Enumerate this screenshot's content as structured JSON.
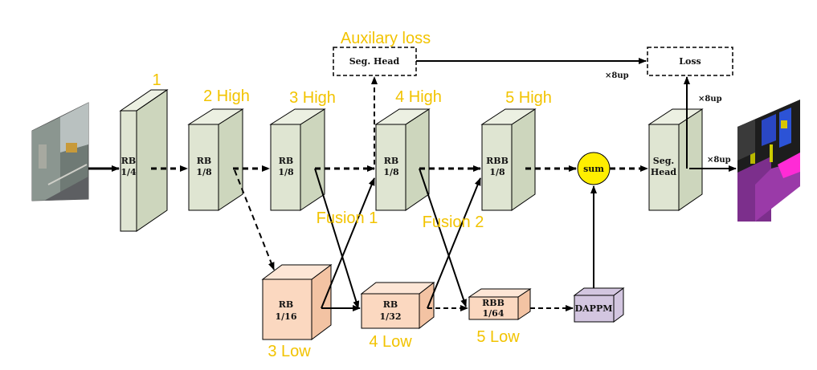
{
  "colors": {
    "high_front": "#dfe5d2",
    "high_side": "#cdd6bd",
    "high_top": "#ecf0e2",
    "low_front": "#fbd8c0",
    "low_side": "#f3c3a3",
    "low_top": "#fde6d6",
    "dappm": "#d3c6e0",
    "sum": "#ffee00",
    "label": "#f2c300"
  },
  "stages": {
    "s1": "1",
    "s2": "2 High",
    "s3h": "3 High",
    "s4h": "4 High",
    "s5h": "5 High",
    "s3l": "3 Low",
    "s4l": "4 Low",
    "s5l": "5 Low",
    "fusion1": "Fusion 1",
    "fusion2": "Fusion 2",
    "aux": "Auxilary loss"
  },
  "blocks": {
    "rb1": [
      "RB",
      "1/4"
    ],
    "rb2": [
      "RB",
      "1/8"
    ],
    "rb3h": [
      "RB",
      "1/8"
    ],
    "rb4h": [
      "RB",
      "1/8"
    ],
    "rbb5h": [
      "RBB",
      "1/8"
    ],
    "rb3l": [
      "RB",
      "1/16"
    ],
    "rb4l": [
      "RB",
      "1/32"
    ],
    "rbb5l": [
      "RBB",
      "1/64"
    ],
    "seg": [
      "Seg.",
      "Head"
    ]
  },
  "nodes": {
    "sum": "sum",
    "dappm": "DAPPM",
    "aux_head": "Seg. Head",
    "loss": "Loss"
  },
  "notes": {
    "up_aux": "×8up",
    "up_main": "×8up",
    "up_out": "×8up"
  },
  "icons": {
    "input": "street-photo",
    "output": "segmentation-map"
  }
}
